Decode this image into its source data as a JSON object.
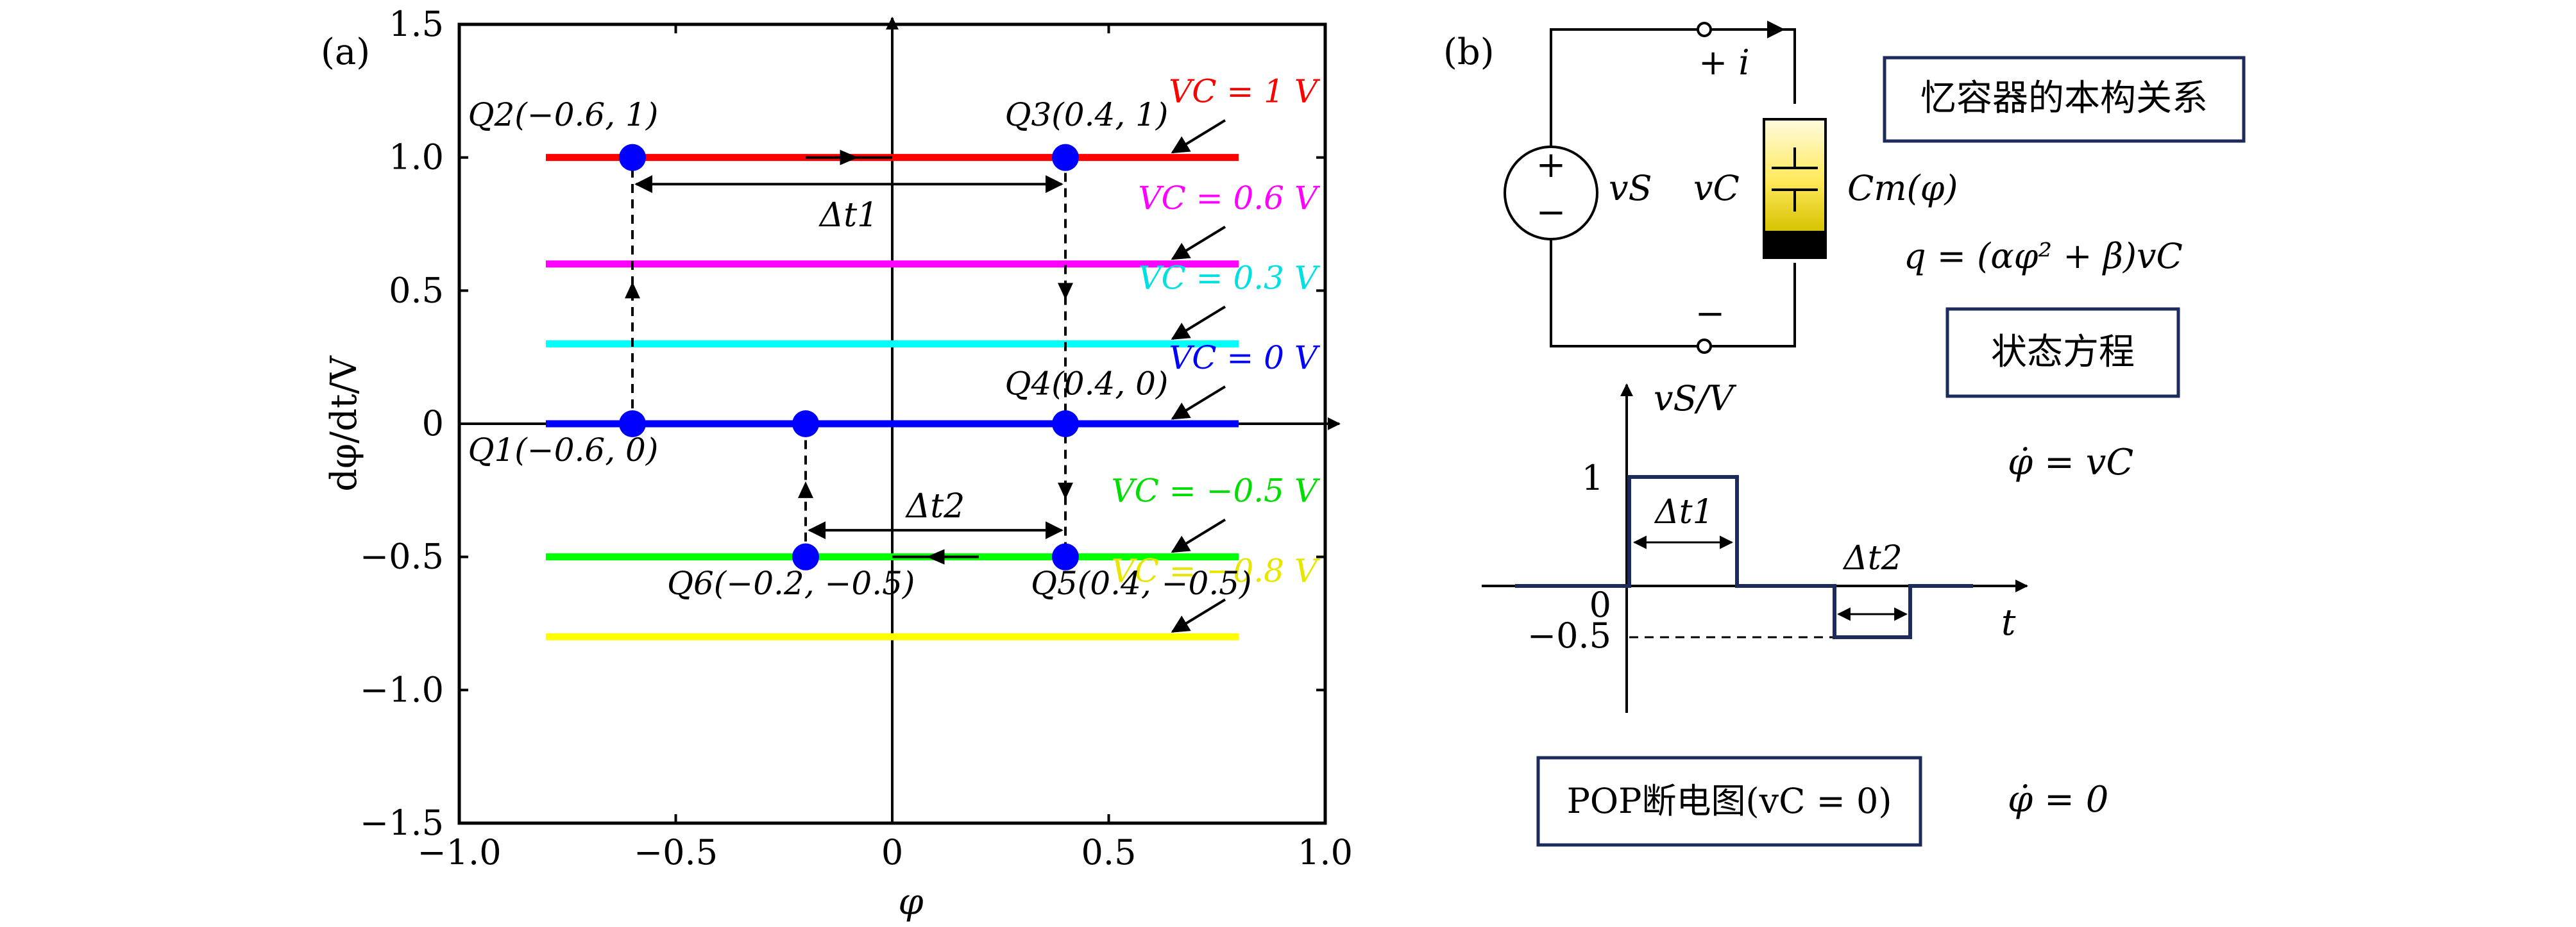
{
  "panel_a": {
    "label": "(a)",
    "x_label": "φ",
    "y_label": "dφ/dt/V"
  },
  "panel_b": {
    "label": "(b)",
    "circuit": {
      "plus_i": "+ i",
      "source_plus": "+",
      "source_minus": "−",
      "vs_label": "vS",
      "vc_label": "vC",
      "cm_label": "Cm(φ)",
      "minus_bottom": "−"
    },
    "box_constitutive": "忆容器的本构关系",
    "equation_q": "q = (αφ² + β)vC",
    "box_state": "状态方程",
    "equation_state": "φ̇ = vC",
    "waveform": {
      "y_axis_label": "vS/V",
      "t_label": "t",
      "tick_1": "1",
      "tick_0": "0",
      "tick_neg": "−0.5",
      "dt1": "Δt1",
      "dt2": "Δt2"
    },
    "box_pop": "POP断电图(vC = 0)",
    "equation_pop": "φ̇ = 0"
  },
  "chart_data": {
    "type": "line",
    "xlabel": "φ",
    "ylabel": "dφ/dt/V",
    "xlim": [
      -1.0,
      1.0
    ],
    "ylim": [
      -1.5,
      1.5
    ],
    "x_ticks": [
      -1.0,
      -0.5,
      0,
      0.5,
      1.0
    ],
    "x_tick_labels": [
      "−1.0",
      "−0.5",
      "0",
      "0.5",
      "1.0"
    ],
    "y_ticks": [
      -1.5,
      -1.0,
      -0.5,
      0,
      0.5,
      1.0,
      1.5
    ],
    "y_tick_labels": [
      "−1.5",
      "−1.0",
      "−0.5",
      "0",
      "0.5",
      "1.0",
      "1.5"
    ],
    "grid": false,
    "series": [
      {
        "name": "VC = 1 V",
        "x": [
          -0.8,
          0.8
        ],
        "y": [
          1,
          1
        ],
        "color": "#ff0000",
        "label_color": "#ff0000"
      },
      {
        "name": "VC = 0.6 V",
        "x": [
          -0.8,
          0.8
        ],
        "y": [
          0.6,
          0.6
        ],
        "color": "#ff00ff",
        "label_color": "#ff00ff"
      },
      {
        "name": "VC = 0.3 V",
        "x": [
          -0.8,
          0.8
        ],
        "y": [
          0.3,
          0.3
        ],
        "color": "#00ffff",
        "label_color": "#00e0e0"
      },
      {
        "name": "VC = 0 V",
        "x": [
          -0.8,
          0.8
        ],
        "y": [
          0,
          0
        ],
        "color": "#0000ff",
        "label_color": "#0000ff"
      },
      {
        "name": "VC = −0.5 V",
        "x": [
          -0.8,
          0.8
        ],
        "y": [
          -0.5,
          -0.5
        ],
        "color": "#00ff00",
        "label_color": "#00dd00"
      },
      {
        "name": "VC = −0.8 V",
        "x": [
          -0.8,
          0.8
        ],
        "y": [
          -0.8,
          -0.8
        ],
        "color": "#ffff00",
        "label_color": "#e6e600"
      }
    ],
    "points": [
      {
        "label": "Q1(−0.6, 0)",
        "x": -0.6,
        "y": 0
      },
      {
        "label": "Q2(−0.6, 1)",
        "x": -0.6,
        "y": 1
      },
      {
        "label": "Q3(0.4, 1)",
        "x": 0.4,
        "y": 1
      },
      {
        "label": "Q4(0.4, 0)",
        "x": 0.4,
        "y": 0
      },
      {
        "label": "Q5(0.4, −0.5)",
        "x": 0.4,
        "y": -0.5
      },
      {
        "label": "Q6(−0.2, −0.5)",
        "x": -0.2,
        "y": -0.5
      },
      {
        "label": "",
        "x": -0.2,
        "y": 0
      }
    ],
    "point_color": "#0000ff",
    "annotations": [
      {
        "text": "Δt1",
        "x_from": -0.6,
        "x_to": 0.4,
        "y": 0.9
      },
      {
        "text": "Δt2",
        "x_from": -0.2,
        "x_to": 0.4,
        "y": -0.4
      }
    ]
  }
}
